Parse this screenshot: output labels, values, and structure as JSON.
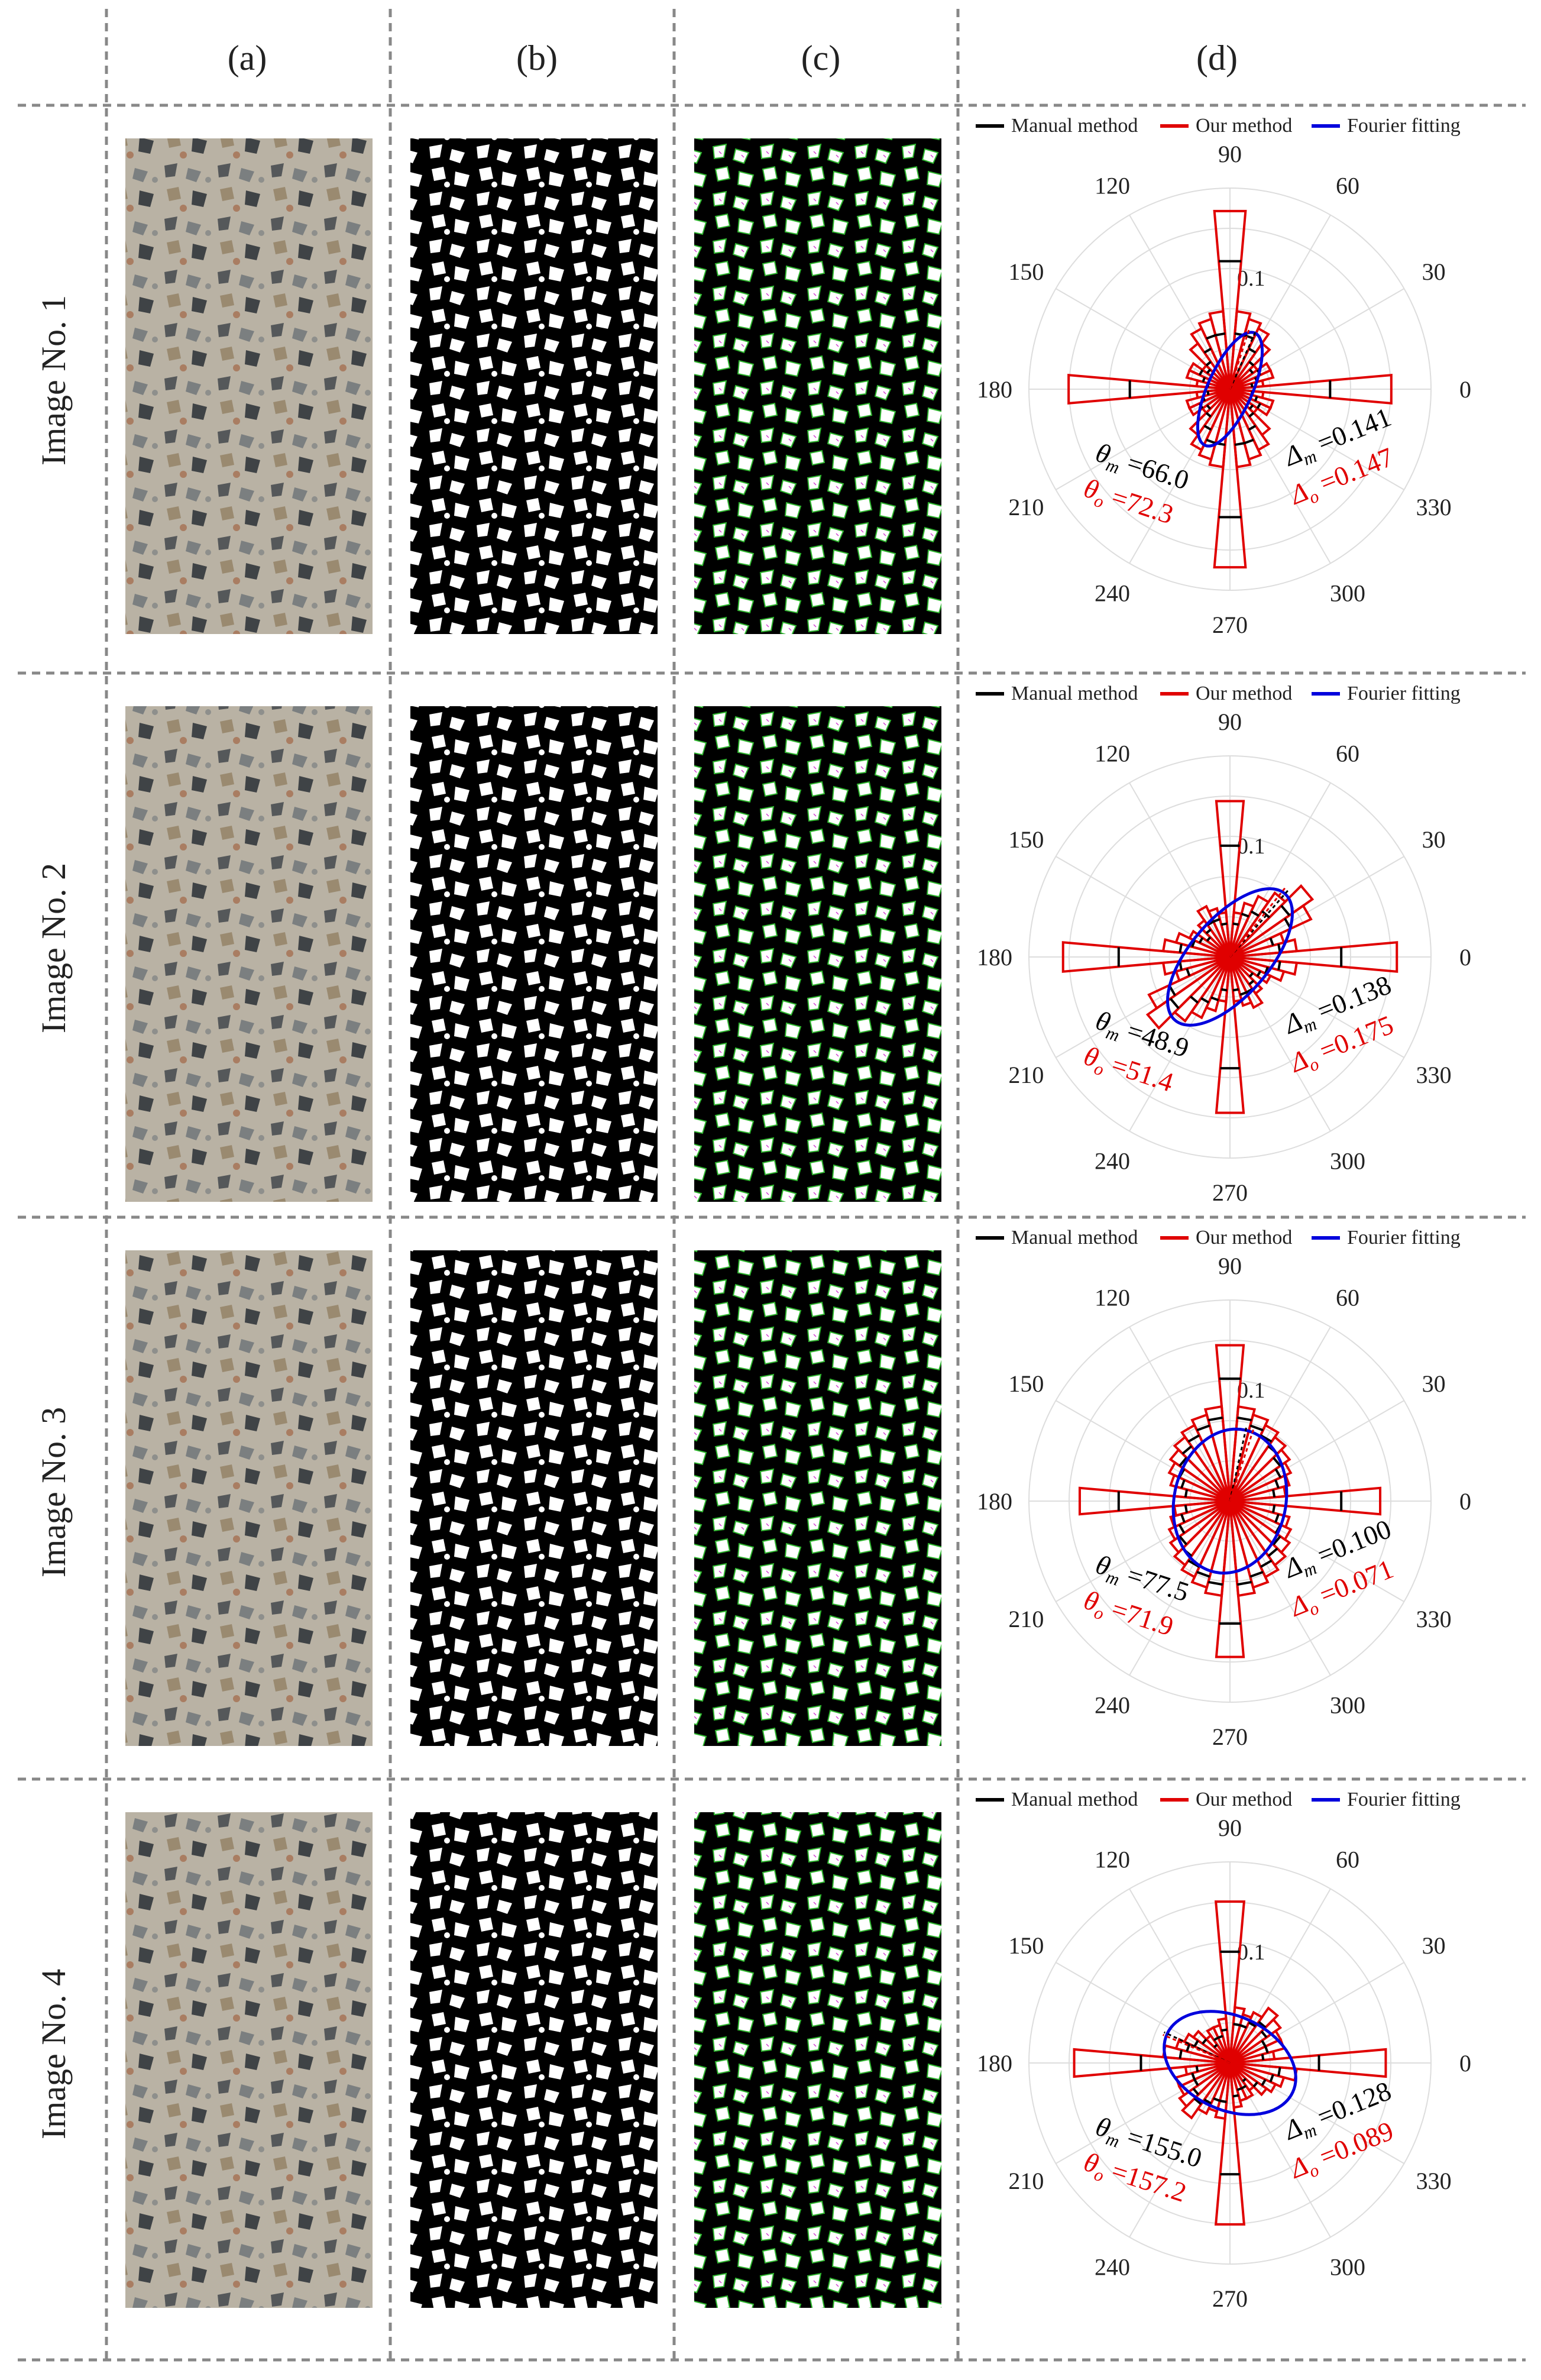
{
  "columns": [
    "(a)",
    "(b)",
    "(c)",
    "(d)"
  ],
  "legend": [
    "Manual method",
    "Our method",
    "Fourier fitting"
  ],
  "colors": {
    "manual": "#000000",
    "ours": "#e00000",
    "fourier": "#0000dd",
    "grid": "#dddddd",
    "divider": "#888888"
  },
  "angle_labels": [
    "0",
    "30",
    "60",
    "90",
    "120",
    "150",
    "180",
    "210",
    "240",
    "270",
    "300",
    "330"
  ],
  "radial_tick": "0.1",
  "center_label": "0",
  "chart_data": [
    {
      "type": "polar-rose",
      "row_label": "Image No. 1",
      "rmax": 0.18,
      "bin_deg": 10,
      "ours": [
        0.145,
        0.03,
        0.04,
        0.04,
        0.03,
        0.05,
        0.06,
        0.065,
        0.07,
        0.16,
        0.07,
        0.065,
        0.06,
        0.05,
        0.03,
        0.04,
        0.04,
        0.03
      ],
      "manual": [
        0.09,
        0.02,
        0.025,
        0.03,
        0.025,
        0.03,
        0.04,
        0.05,
        0.05,
        0.115,
        0.05,
        0.05,
        0.04,
        0.03,
        0.025,
        0.03,
        0.025,
        0.02
      ],
      "fourier": {
        "a": 0.055,
        "b": 0.02,
        "theta": 66
      },
      "theta_m": "66.0",
      "theta_o": "72.3",
      "delta_m": "0.141",
      "delta_o": "0.147"
    },
    {
      "type": "polar-rose",
      "row_label": "Image No. 2",
      "rmax": 0.18,
      "bin_deg": 10,
      "ours": [
        0.15,
        0.06,
        0.05,
        0.08,
        0.09,
        0.07,
        0.06,
        0.05,
        0.04,
        0.14,
        0.04,
        0.045,
        0.05,
        0.04,
        0.035,
        0.04,
        0.05,
        0.06
      ],
      "manual": [
        0.1,
        0.045,
        0.04,
        0.06,
        0.065,
        0.05,
        0.045,
        0.04,
        0.03,
        0.1,
        0.03,
        0.035,
        0.035,
        0.03,
        0.025,
        0.03,
        0.035,
        0.045
      ],
      "fourier": {
        "a": 0.075,
        "b": 0.035,
        "theta": 49
      },
      "theta_m": "48.9",
      "theta_o": "51.4",
      "delta_m": "0.138",
      "delta_o": "0.175"
    },
    {
      "type": "polar-rose",
      "row_label": "Image No. 3",
      "rmax": 0.18,
      "bin_deg": 10,
      "ours": [
        0.135,
        0.05,
        0.055,
        0.06,
        0.065,
        0.07,
        0.075,
        0.08,
        0.085,
        0.14,
        0.085,
        0.08,
        0.075,
        0.07,
        0.065,
        0.06,
        0.055,
        0.05
      ],
      "manual": [
        0.1,
        0.04,
        0.045,
        0.05,
        0.055,
        0.06,
        0.065,
        0.07,
        0.075,
        0.11,
        0.075,
        0.07,
        0.065,
        0.06,
        0.055,
        0.05,
        0.045,
        0.04
      ],
      "fourier": {
        "a": 0.065,
        "b": 0.05,
        "theta": 78
      },
      "theta_m": "77.5",
      "theta_o": "71.9",
      "delta_m": "0.100",
      "delta_o": "0.071"
    },
    {
      "type": "polar-rose",
      "row_label": "Image No. 4",
      "rmax": 0.18,
      "bin_deg": 10,
      "ours": [
        0.14,
        0.04,
        0.05,
        0.05,
        0.055,
        0.06,
        0.05,
        0.045,
        0.05,
        0.145,
        0.04,
        0.035,
        0.035,
        0.03,
        0.04,
        0.045,
        0.05,
        0.06
      ],
      "manual": [
        0.08,
        0.03,
        0.035,
        0.035,
        0.04,
        0.045,
        0.04,
        0.035,
        0.035,
        0.1,
        0.03,
        0.025,
        0.025,
        0.02,
        0.03,
        0.035,
        0.04,
        0.045
      ],
      "fourier": {
        "a": 0.062,
        "b": 0.042,
        "theta": 155
      },
      "theta_m": "155.0",
      "theta_o": "157.2",
      "delta_m": "0.128",
      "delta_o": "0.089"
    }
  ]
}
